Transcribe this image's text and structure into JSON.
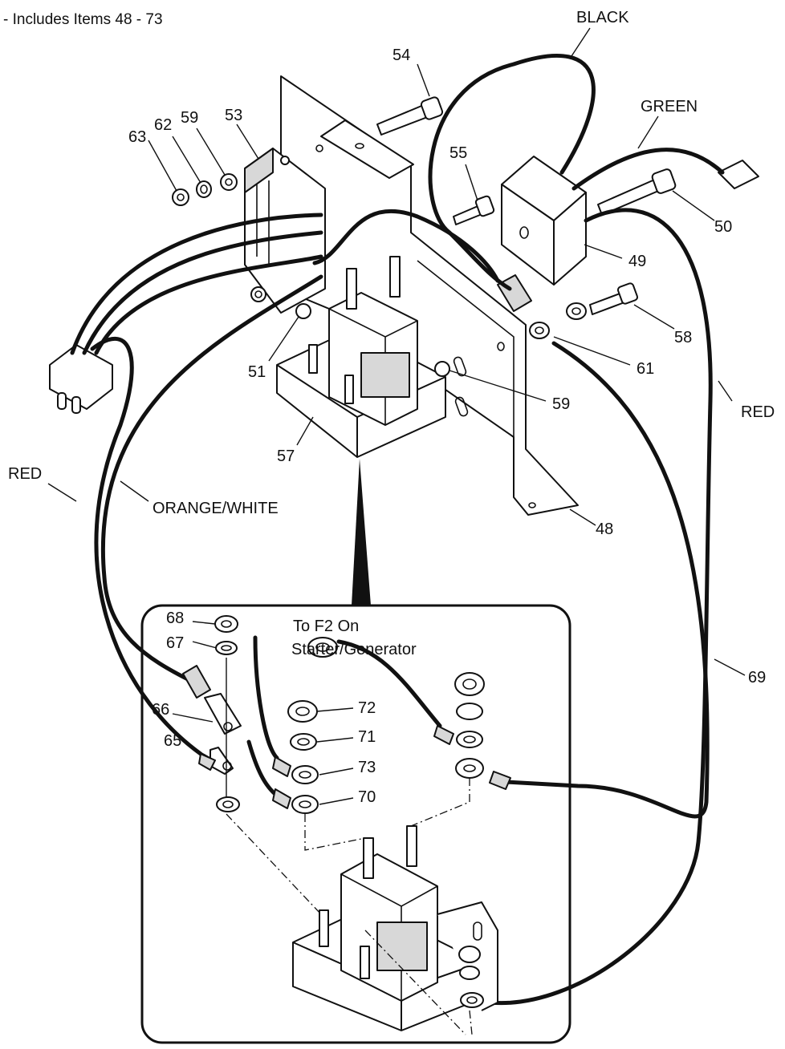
{
  "caption": "- Includes Items 48 - 73",
  "wire_labels": {
    "black": "BLACK",
    "green": "GREEN",
    "red_right": "RED",
    "red_left": "RED",
    "orange_white": "ORANGE/WHITE"
  },
  "inset_note": {
    "line1": "To F2 On",
    "line2": "Starter/Generator"
  },
  "part_numbers": {
    "p48": "48",
    "p49": "49",
    "p50": "50",
    "p51": "51",
    "p53": "53",
    "p54": "54",
    "p55": "55",
    "p57": "57",
    "p58": "58",
    "p59a": "59",
    "p59b": "59",
    "p61": "61",
    "p62": "62",
    "p63": "63",
    "p65": "65",
    "p66": "66",
    "p67": "67",
    "p68": "68",
    "p69": "69",
    "p70": "70",
    "p71": "71",
    "p72": "72",
    "p73": "73"
  }
}
